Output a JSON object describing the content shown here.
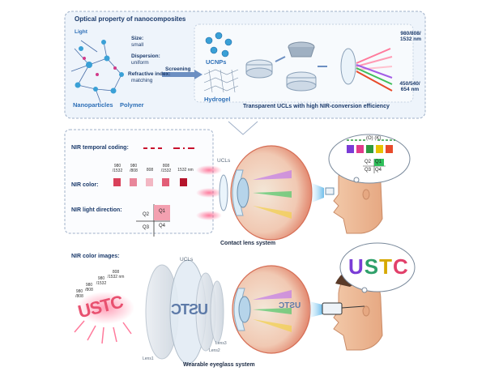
{
  "top_panel": {
    "title": "Optical property of nanocomposites",
    "light_label": "Light",
    "size_label": "Size:",
    "size_value": "small",
    "dispersion_label": "Dispersion:",
    "dispersion_value": "uniform",
    "refractive_label": "Refractive index:",
    "refractive_value": "matching",
    "nanoparticles_label": "Nanoparticles",
    "polymer_label": "Polymer",
    "screening_label": "Screening",
    "ucnps_label": "UCNPs",
    "hydrogel_label": "Hydrogel",
    "ucl_caption": "Transparent UCLs with high NIR-conversion efficiency",
    "nir_wavelengths": "980/808/\n1532 nm",
    "visible_wavelengths": "450/540/\n654 nm"
  },
  "contact_lens": {
    "temporal_coding_label": "NIR temporal coding:",
    "color_label": "NIR color:",
    "color_swatches": [
      {
        "label": "980\n/1532",
        "color": "#d9405a"
      },
      {
        "label": "980\n/808",
        "color": "#e8869a"
      },
      {
        "label": "808",
        "color": "#f2b7c3"
      },
      {
        "label": "808\n/1532",
        "color": "#e25e77"
      },
      {
        "label": "1532 nm",
        "color": "#b5142b"
      }
    ],
    "direction_label": "NIR light direction:",
    "quadrants": [
      "Q2",
      "Q1",
      "Q3",
      "Q4"
    ],
    "ucls_label": "UCLs",
    "system_caption": "Contact lens system",
    "bubble_code": "(O)  (K)",
    "bubble_quadrants": [
      "Q2",
      "Q1",
      "Q3",
      "Q4"
    ],
    "bubble_colors": [
      "#7a3cd6",
      "#e23a8a",
      "#2f9a3f",
      "#e8c300",
      "#e84a2a"
    ]
  },
  "eyeglass": {
    "color_images_label": "NIR color images:",
    "wavelength_labels": [
      "980\n/808",
      "980\n/808",
      "980\n/1532",
      "808\n/1532 nm"
    ],
    "ucls_label": "UCLs",
    "lens1_label": "Lens1",
    "lens2_label": "Lens2",
    "lens3_label": "Lens3",
    "system_caption": "Wearable eyeglass system",
    "bubble_text": "USTC",
    "letter_colors": [
      "#7a3cd6",
      "#2fa06a",
      "#d6a800",
      "#e2406a"
    ]
  },
  "colors": {
    "accent_blue": "#2d6fb7",
    "dark_red": "#b5142b",
    "beam": "#9fd4f2"
  }
}
